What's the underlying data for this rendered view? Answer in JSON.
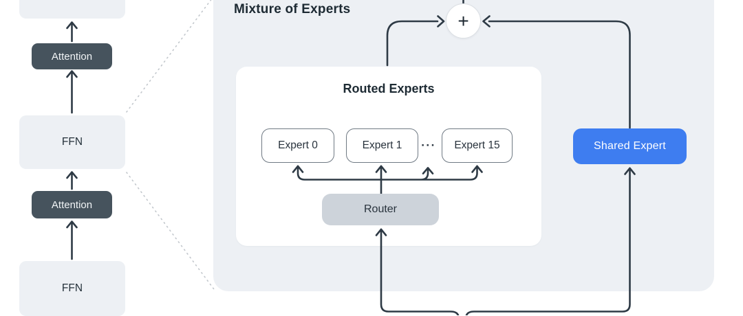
{
  "colors": {
    "accent_blue": "#3E7DF0",
    "dark_slate_block": "#46535D",
    "panel_gray": "#EDF0F4",
    "router_gray": "#CDD3DA",
    "line_dark": "#2E3A45",
    "dashed_gray": "#C2C7CC"
  },
  "left": {
    "attention_label": "Attention",
    "ffn_label": "FFN"
  },
  "moe": {
    "title": "Mixture of Experts",
    "plus_label": "+",
    "router_label": "Router",
    "shared_expert_label": "Shared Expert",
    "routed": {
      "title": "Routed Experts",
      "experts": [
        "Expert 0",
        "Expert 1",
        "Expert 15"
      ],
      "ellipsis": "···"
    }
  }
}
